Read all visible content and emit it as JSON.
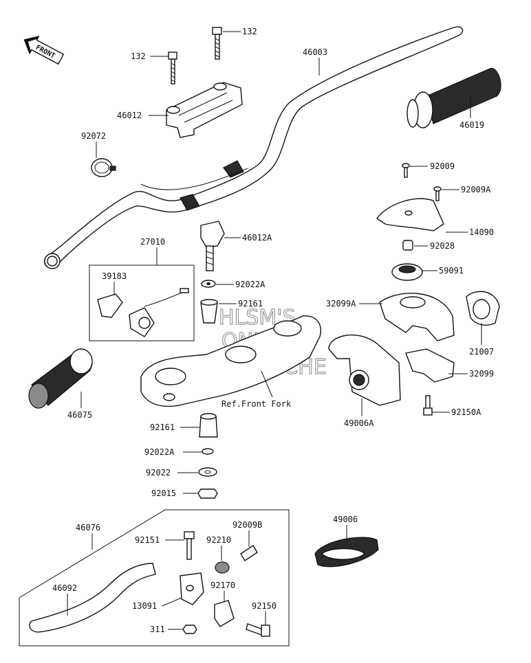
{
  "watermark": {
    "line1": "HLSM'S",
    "line2": "ONLINE",
    "line3": "MICROFICHE"
  },
  "front_arrow": {
    "label": "FRONT",
    "icon": "front-arrow-icon"
  },
  "ref_note": "Ref.Front Fork",
  "part_labels": {
    "p132a": "132",
    "p132b": "132",
    "p46003": "46003",
    "p46012": "46012",
    "p46019": "46019",
    "p92072": "92072",
    "p92009": "92009",
    "p92009A": "92009A",
    "p14090": "14090",
    "p92028": "92028",
    "p59091": "59091",
    "p27010": "27010",
    "p46012A": "46012A",
    "p39183": "39183",
    "p92022A_a": "92022A",
    "p92161_a": "92161",
    "p32099A": "32099A",
    "p21007": "21007",
    "p32099": "32099",
    "p46075": "46075",
    "p92150A": "92150A",
    "p49006A": "49006A",
    "p92161_b": "92161",
    "p92022A_b": "92022A",
    "p92022": "92022",
    "p92015": "92015",
    "p46076": "46076",
    "p49006": "49006",
    "p92151": "92151",
    "p92009B": "92009B",
    "p92210": "92210",
    "p46092": "46092",
    "p92170": "92170",
    "p13091": "13091",
    "p92150": "92150",
    "p311": "311"
  }
}
